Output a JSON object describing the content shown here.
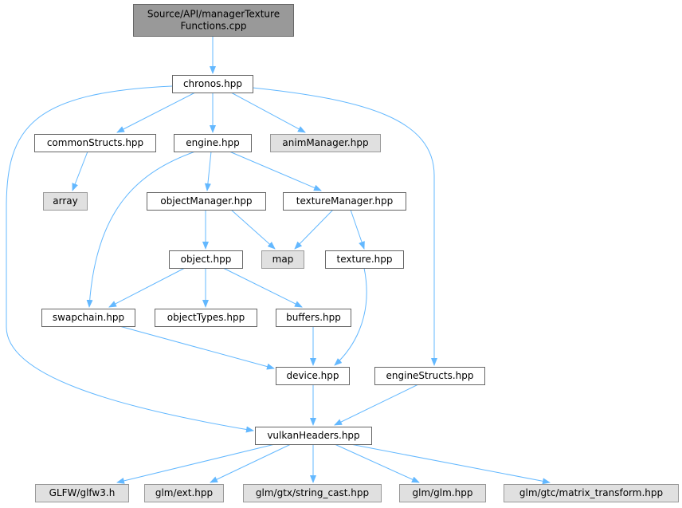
{
  "colors": {
    "edge": "#63b8ff",
    "root_fill": "#999999",
    "root_stroke": "#666666",
    "node_fill": "#ffffff",
    "node_stroke": "#666666",
    "external_fill": "#e0e0e0",
    "external_stroke": "#999999",
    "text": "#000000"
  },
  "graph": {
    "nodes": [
      {
        "id": "root",
        "kind": "root",
        "lines": [
          "Source/API/managerTexture",
          "Functions.cpp"
        ]
      },
      {
        "id": "chronos",
        "kind": "normal",
        "lines": [
          "chronos.hpp"
        ]
      },
      {
        "id": "commonStructs",
        "kind": "normal",
        "lines": [
          "commonStructs.hpp"
        ]
      },
      {
        "id": "engine",
        "kind": "normal",
        "lines": [
          "engine.hpp"
        ]
      },
      {
        "id": "animManager",
        "kind": "external",
        "lines": [
          "animManager.hpp"
        ]
      },
      {
        "id": "array",
        "kind": "external",
        "lines": [
          "array"
        ]
      },
      {
        "id": "objectManager",
        "kind": "normal",
        "lines": [
          "objectManager.hpp"
        ]
      },
      {
        "id": "textureManager",
        "kind": "normal",
        "lines": [
          "textureManager.hpp"
        ]
      },
      {
        "id": "object",
        "kind": "normal",
        "lines": [
          "object.hpp"
        ]
      },
      {
        "id": "map",
        "kind": "external",
        "lines": [
          "map"
        ]
      },
      {
        "id": "texture",
        "kind": "normal",
        "lines": [
          "texture.hpp"
        ]
      },
      {
        "id": "swapchain",
        "kind": "normal",
        "lines": [
          "swapchain.hpp"
        ]
      },
      {
        "id": "objectTypes",
        "kind": "normal",
        "lines": [
          "objectTypes.hpp"
        ]
      },
      {
        "id": "buffers",
        "kind": "normal",
        "lines": [
          "buffers.hpp"
        ]
      },
      {
        "id": "device",
        "kind": "normal",
        "lines": [
          "device.hpp"
        ]
      },
      {
        "id": "engineStructs",
        "kind": "normal",
        "lines": [
          "engineStructs.hpp"
        ]
      },
      {
        "id": "vulkanHeaders",
        "kind": "normal",
        "lines": [
          "vulkanHeaders.hpp"
        ]
      },
      {
        "id": "glfw3",
        "kind": "external",
        "lines": [
          "GLFW/glfw3.h"
        ]
      },
      {
        "id": "glmext",
        "kind": "external",
        "lines": [
          "glm/ext.hpp"
        ]
      },
      {
        "id": "stringcast",
        "kind": "external",
        "lines": [
          "glm/gtx/string_cast.hpp"
        ]
      },
      {
        "id": "glmglm",
        "kind": "external",
        "lines": [
          "glm/glm.hpp"
        ]
      },
      {
        "id": "matrixtransform",
        "kind": "external",
        "lines": [
          "glm/gtc/matrix_transform.hpp"
        ]
      }
    ],
    "edges": [
      {
        "from": "root",
        "to": "chronos"
      },
      {
        "from": "chronos",
        "to": "commonStructs"
      },
      {
        "from": "chronos",
        "to": "engine"
      },
      {
        "from": "chronos",
        "to": "animManager"
      },
      {
        "from": "chronos",
        "to": "engineStructs"
      },
      {
        "from": "chronos",
        "to": "vulkanHeaders"
      },
      {
        "from": "commonStructs",
        "to": "array"
      },
      {
        "from": "engine",
        "to": "objectManager"
      },
      {
        "from": "engine",
        "to": "textureManager"
      },
      {
        "from": "engine",
        "to": "swapchain"
      },
      {
        "from": "objectManager",
        "to": "object"
      },
      {
        "from": "objectManager",
        "to": "map"
      },
      {
        "from": "textureManager",
        "to": "map"
      },
      {
        "from": "textureManager",
        "to": "texture"
      },
      {
        "from": "object",
        "to": "swapchain"
      },
      {
        "from": "object",
        "to": "objectTypes"
      },
      {
        "from": "object",
        "to": "buffers"
      },
      {
        "from": "texture",
        "to": "device"
      },
      {
        "from": "swapchain",
        "to": "device"
      },
      {
        "from": "buffers",
        "to": "device"
      },
      {
        "from": "device",
        "to": "vulkanHeaders"
      },
      {
        "from": "engineStructs",
        "to": "vulkanHeaders"
      },
      {
        "from": "vulkanHeaders",
        "to": "glfw3"
      },
      {
        "from": "vulkanHeaders",
        "to": "glmext"
      },
      {
        "from": "vulkanHeaders",
        "to": "stringcast"
      },
      {
        "from": "vulkanHeaders",
        "to": "glmglm"
      },
      {
        "from": "vulkanHeaders",
        "to": "matrixtransform"
      }
    ]
  }
}
